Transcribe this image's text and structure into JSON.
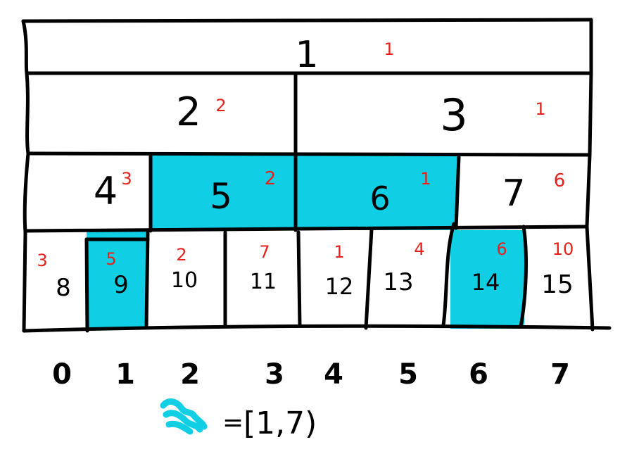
{
  "colors": {
    "highlight": "#10cfe5",
    "count": "#e8211b",
    "line": "#000000",
    "background": "#ffffff"
  },
  "tree": {
    "levels": [
      [
        {
          "node": "1",
          "count": "1",
          "highlighted": false
        }
      ],
      [
        {
          "node": "2",
          "count": "2",
          "highlighted": false
        },
        {
          "node": "3",
          "count": "1",
          "highlighted": false
        }
      ],
      [
        {
          "node": "4",
          "count": "3",
          "highlighted": false
        },
        {
          "node": "5",
          "count": "2",
          "highlighted": true
        },
        {
          "node": "6",
          "count": "1",
          "highlighted": true
        },
        {
          "node": "7",
          "count": "6",
          "highlighted": false
        }
      ],
      [
        {
          "node": "8",
          "count": "3",
          "highlighted": false
        },
        {
          "node": "9",
          "count": "5",
          "highlighted": true
        },
        {
          "node": "10",
          "count": "2",
          "highlighted": false
        },
        {
          "node": "11",
          "count": "7",
          "highlighted": false
        },
        {
          "node": "12",
          "count": "1",
          "highlighted": false
        },
        {
          "node": "13",
          "count": "4",
          "highlighted": false
        },
        {
          "node": "14",
          "count": "6",
          "highlighted": true
        },
        {
          "node": "15",
          "count": "10",
          "highlighted": false
        }
      ]
    ],
    "indices": [
      "0",
      "1",
      "2",
      "3",
      "4",
      "5",
      "6",
      "7"
    ]
  },
  "legend": {
    "equals": "=",
    "range": "[1,7)"
  }
}
